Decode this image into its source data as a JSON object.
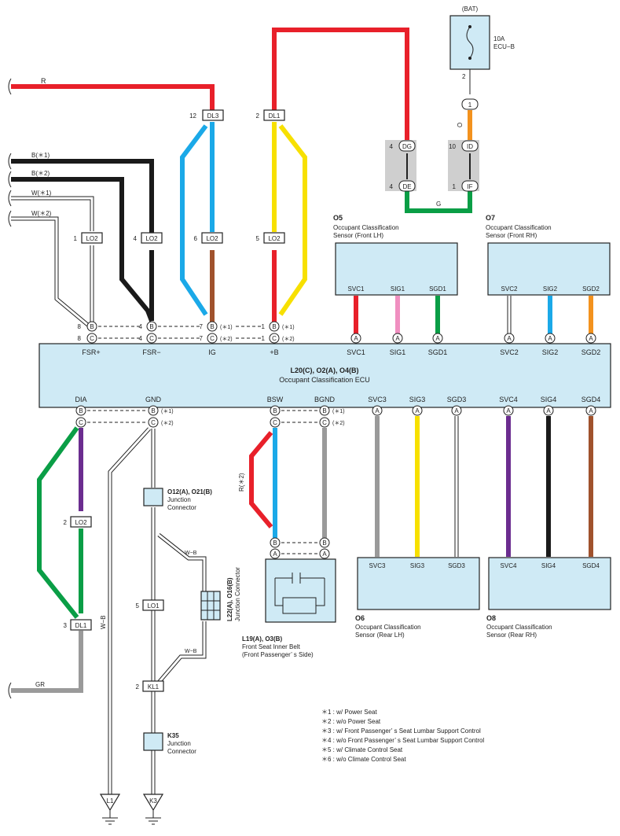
{
  "ecu": {
    "title": "L20(C), O2(A), O4(B)",
    "name": "Occupant Classification ECU",
    "top_pins": [
      "FSR+",
      "FSR−",
      "IG",
      "+B",
      "SVC1",
      "SIG1",
      "SGD1",
      "SVC2",
      "SIG2",
      "SGD2"
    ],
    "bottom_pins": [
      "DIA",
      "GND",
      "BSW",
      "BGND",
      "SVC3",
      "SIG3",
      "SGD3",
      "SVC4",
      "SIG4",
      "SGD4"
    ]
  },
  "fuse": {
    "source": "(BAT)",
    "rating": "10A",
    "name": "ECU−B"
  },
  "connectors": {
    "dl3": "DL3",
    "dl1": "DL1",
    "lo2": "LO2",
    "dg": "DG",
    "de": "DE",
    "id": "ID",
    "if": "IF",
    "lo1": "LO1",
    "kl1": "KL1",
    "l1": "L1",
    "k3": "K3"
  },
  "sensors": {
    "o5": {
      "id": "O5",
      "name": "Occupant Classification",
      "sub": "Sensor (Front LH)",
      "pins": [
        "SVC1",
        "SIG1",
        "SGD1"
      ]
    },
    "o7": {
      "id": "O7",
      "name": "Occupant Classification",
      "sub": "Sensor (Front RH)",
      "pins": [
        "SVC2",
        "SIG2",
        "SGD2"
      ]
    },
    "o6": {
      "id": "O6",
      "name": "Occupant Classification",
      "sub": "Sensor (Rear LH)",
      "pins": [
        "SVC3",
        "SIG3",
        "SGD3"
      ]
    },
    "o8": {
      "id": "O8",
      "name": "Occupant Classification",
      "sub": "Sensor (Rear RH)",
      "pins": [
        "SVC4",
        "SIG4",
        "SGD4"
      ]
    }
  },
  "junctions": {
    "o12": {
      "id": "O12(A), O21(B)",
      "name": "Junction",
      "sub": "Connector"
    },
    "k35": {
      "id": "K35",
      "name": "Junction",
      "sub": "Connector"
    },
    "l22": {
      "id": "L22(A), O16(B)",
      "name": "Junction Connector"
    }
  },
  "belt": {
    "id": "L19(A), O3(B)",
    "name": "Front Seat Inner Belt",
    "sub": "(Front Passenger’ s Side)"
  },
  "legend": [
    "＊1 : w/ Power Seat",
    "＊2 : w/o Power Seat",
    "＊3 : w/ Front Passenger’ s Seat Lumbar Support Control",
    "＊4 : w/o Front Passenger’ s Seat Lumbar Support Control",
    "＊5 : w/ Climate Control Seat",
    "＊6 : w/o Climate Control Seat"
  ],
  "wire_labels": {
    "r": "R",
    "b1": "B(＊1)",
    "b2": "B(＊2)",
    "w1": "W(＊1)",
    "w2": "W(＊2)",
    "gr": "GR",
    "o": "O",
    "g": "G",
    "rstar2": "R(＊2)",
    "wb": "W−B",
    "wb13": "W−B",
    "wb23": "W−B"
  },
  "colors": {
    "red": "#e8202a",
    "black": "#1a1a1a",
    "blue": "#1ba9e8",
    "brown": "#a0522d",
    "yellow": "#f7e000",
    "green": "#0a9e46",
    "orange": "#f3921e",
    "pink": "#f08fc0",
    "purple": "#6b2d8f",
    "gray": "#9a9a9a",
    "white": "#ffffff",
    "ecu_fill": "#cfeaf5"
  }
}
